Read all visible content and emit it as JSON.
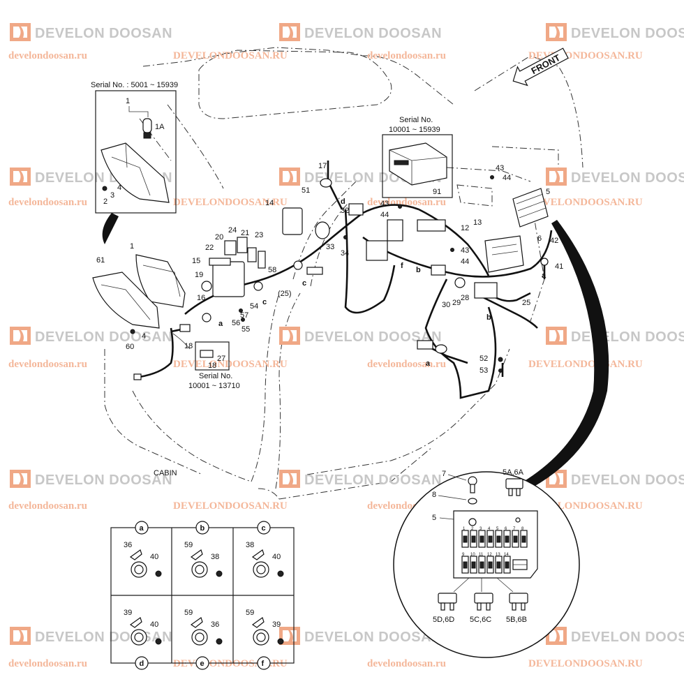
{
  "watermark": {
    "brand": "DEVELON DOOSAN",
    "url_lower": "develondoosan.ru",
    "url_upper": "DEVELONDOOSAN.RU"
  },
  "labels": {
    "serial_lamp": "Serial No. : 5001 ~ 15939",
    "serial_radio_line1": "Serial No.",
    "serial_radio_line2": "10001 ~ 15939",
    "serial_conn_line1": "Serial No.",
    "serial_conn_line2": "10001 ~ 13710",
    "cabin": "CABIN",
    "front": "FRONT"
  },
  "fuse_callouts": {
    "top": "5A,6A",
    "left": "5D,6D",
    "mid": "5C,6C",
    "right": "5B,6B"
  },
  "fuse_numbers_top": [
    "1",
    "2",
    "3",
    "4",
    "5",
    "6",
    "7",
    "8"
  ],
  "fuse_numbers_bottom": [
    "9",
    "10",
    "11",
    "12",
    "13",
    "14"
  ],
  "clamp_details": [
    {
      "letter": "a",
      "parts": [
        "36",
        "40"
      ]
    },
    {
      "letter": "b",
      "parts": [
        "59",
        "38"
      ]
    },
    {
      "letter": "c",
      "parts": [
        "38",
        "40"
      ]
    },
    {
      "letter": "d",
      "parts": [
        "39",
        "40"
      ]
    },
    {
      "letter": "e",
      "parts": [
        "59",
        "36"
      ]
    },
    {
      "letter": "f",
      "parts": [
        "59",
        "39"
      ]
    }
  ],
  "part_numbers": {
    "p1_lamp": "1",
    "p1a": "1A",
    "p4_lamp": "4",
    "p2": "2",
    "p3": "3",
    "p1": "1",
    "p61": "61",
    "p4": "4",
    "p60": "60",
    "p15": "15",
    "p16": "16",
    "p19": "19",
    "p20": "20",
    "p21": "21",
    "p22": "22",
    "p23": "23",
    "p24": "24",
    "p14": "14",
    "p17": "17",
    "p51": "51",
    "p32": "32",
    "p33": "33",
    "p34": "34",
    "p58": "58",
    "p57": "57",
    "p56": "56",
    "p55": "55",
    "p54": "54",
    "p25p": "(25)",
    "p18": "18",
    "p27": "27",
    "p18b": "18",
    "p91": "91",
    "p43a": "43",
    "p44a": "44",
    "p43b": "43",
    "p44b": "44",
    "p43c": "43",
    "p44c": "44",
    "p12": "12",
    "p13": "13",
    "p5": "5",
    "p6": "6",
    "p42": "42",
    "p41": "41",
    "p30": "30",
    "p29": "29",
    "p28": "28",
    "p25": "25",
    "p52": "52",
    "p53": "53",
    "p7": "7",
    "p8": "8",
    "p5c": "5"
  },
  "harness_letters": {
    "a1": "a",
    "c1": "c",
    "c2": "c",
    "d1": "d",
    "f1": "f",
    "b1": "b",
    "b2": "b",
    "a2": "a",
    "a3": "a"
  }
}
